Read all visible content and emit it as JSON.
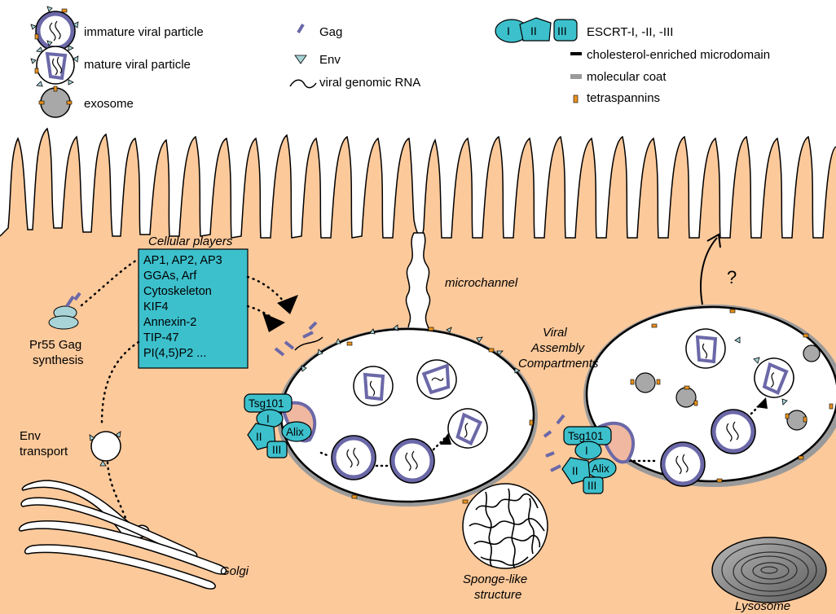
{
  "legend": {
    "immature": "immature viral particle",
    "mature": "mature viral particle",
    "exosome": "exosome",
    "gag": "Gag",
    "env": "Env",
    "rna": "viral genomic RNA",
    "escrt": "ESCRT-I, -II, -III",
    "escrt_I": "I",
    "escrt_II": "II",
    "escrt_III": "III",
    "cholesterol": "cholesterol-enriched microdomain",
    "coat": "molecular coat",
    "tetraspannins": "tetraspannins"
  },
  "players": {
    "title": "Cellular players",
    "items": [
      "AP1, AP2, AP3",
      "GGAs, Arf",
      "Cytoskeleton",
      "KIF4",
      "Annexin-2",
      "TIP-47",
      "PI(4,5)P2 ..."
    ]
  },
  "labels": {
    "pr55_1": "Pr55 Gag",
    "pr55_2": "synthesis",
    "env_1": "Env",
    "env_2": "transport",
    "golgi": "Golgi",
    "microchannel": "microchannel",
    "vac_1": "Viral",
    "vac_2": "Assembly",
    "vac_3": "Compartments",
    "sponge_1": "Sponge-like",
    "sponge_2": "structure",
    "lysosome": "Lysosome",
    "question": "?"
  },
  "escrt_complex": {
    "tsg": "Tsg101",
    "alix": "Alix",
    "I": "I",
    "II": "II",
    "III": "III"
  },
  "colors": {
    "cytoplasm": "#fcc99b",
    "membrane": "#000000",
    "coat": "#9a9a9a",
    "escrt": "#3cc0cc",
    "gag": "#6b68a8",
    "env": "#a8d4d8",
    "tetraspannin": "#e8911e",
    "exosome": "#a8a8a8"
  }
}
